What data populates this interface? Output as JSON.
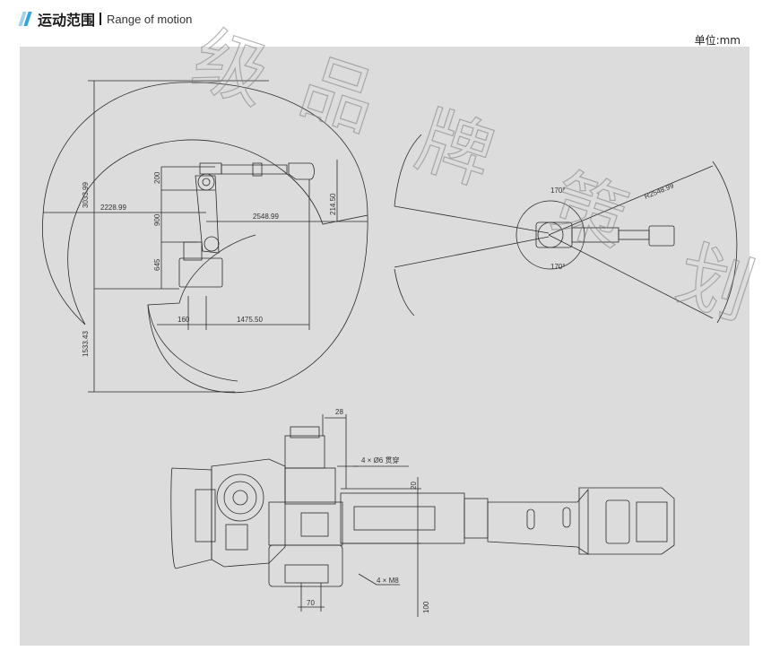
{
  "header": {
    "title_cn": "运动范围",
    "title_en": "Range of motion",
    "accent_colors": [
      "#9fd0ee",
      "#2aa7e0"
    ]
  },
  "unit_label": "单位:mm",
  "side_view": {
    "dims": {
      "height_upper": "3033.99",
      "height_lower": "1533.43",
      "reach_back": "2228.99",
      "reach_front": "2548.99",
      "arm_200": "200",
      "arm_900": "900",
      "base_645": "645",
      "wrist_214": "214.50",
      "offset_160": "160",
      "arm_1475": "1475.50"
    }
  },
  "top_view": {
    "dims": {
      "angle_top": "170°",
      "angle_bottom": "170°",
      "radius": "R2548.99"
    }
  },
  "detail_view": {
    "dims": {
      "d28": "28",
      "holes": "4 × Ø6 贯穿",
      "d20": "20",
      "m8": "4 × M8",
      "d70": "70",
      "d100": "100"
    }
  },
  "watermark": {
    "chars": [
      "级",
      "品",
      "牌",
      "策",
      "划"
    ],
    "color": "#7a7a7a"
  }
}
